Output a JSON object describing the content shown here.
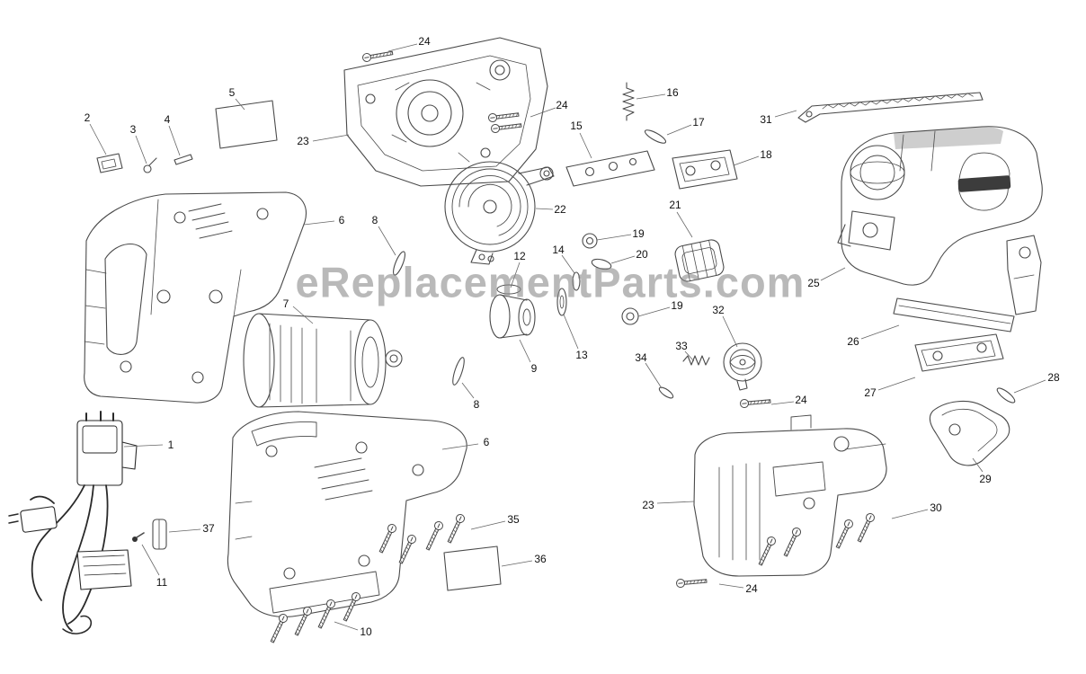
{
  "watermark": "eReplacementParts.com",
  "diagram": {
    "callouts": [
      {
        "label": "24"
      },
      {
        "label": "5"
      },
      {
        "label": "2"
      },
      {
        "label": "3"
      },
      {
        "label": "4"
      },
      {
        "label": "23"
      },
      {
        "label": "24"
      },
      {
        "label": "16"
      },
      {
        "label": "15"
      },
      {
        "label": "17"
      },
      {
        "label": "31"
      },
      {
        "label": "18"
      },
      {
        "label": "6"
      },
      {
        "label": "8"
      },
      {
        "label": "22"
      },
      {
        "label": "21"
      },
      {
        "label": "19"
      },
      {
        "label": "20"
      },
      {
        "label": "12"
      },
      {
        "label": "14"
      },
      {
        "label": "25"
      },
      {
        "label": "7"
      },
      {
        "label": "9"
      },
      {
        "label": "13"
      },
      {
        "label": "19"
      },
      {
        "label": "32"
      },
      {
        "label": "26"
      },
      {
        "label": "34"
      },
      {
        "label": "33"
      },
      {
        "label": "27"
      },
      {
        "label": "28"
      },
      {
        "label": "8"
      },
      {
        "label": "24"
      },
      {
        "label": "1"
      },
      {
        "label": "6"
      },
      {
        "label": "29"
      },
      {
        "label": "23"
      },
      {
        "label": "37"
      },
      {
        "label": "35"
      },
      {
        "label": "30"
      },
      {
        "label": "11"
      },
      {
        "label": "36"
      },
      {
        "label": "24"
      },
      {
        "label": "10"
      }
    ]
  }
}
